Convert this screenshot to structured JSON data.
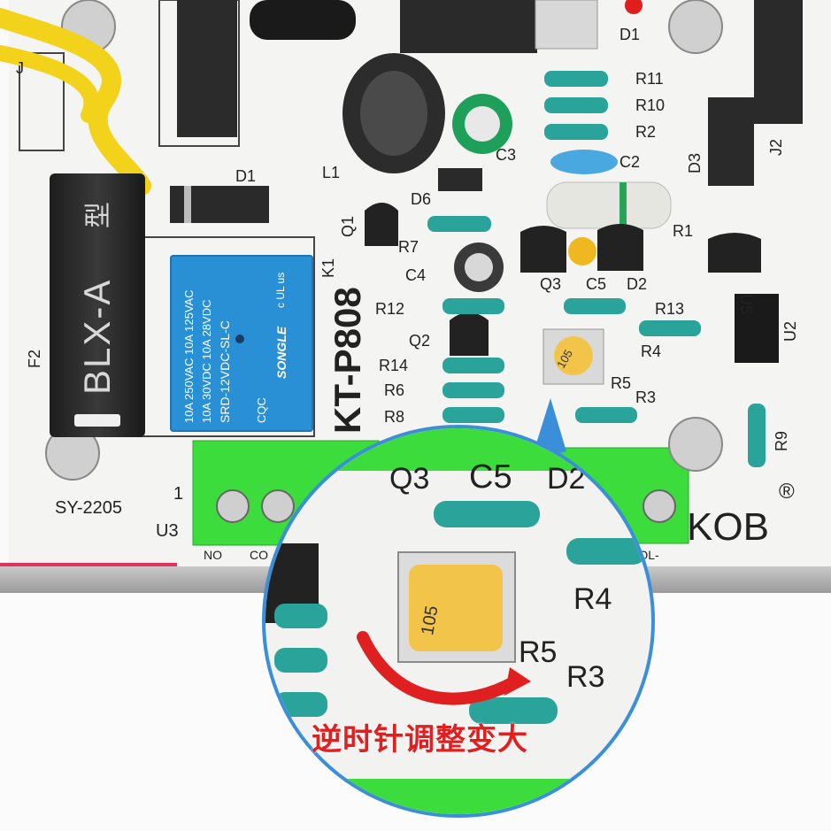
{
  "board": {
    "model": "KT-P808",
    "board_id": "SY-2205",
    "brand": "KOB",
    "registered_mark": "®",
    "fuse_label": "BLX-A",
    "fuse_char": "型",
    "terminal_pin1": "1",
    "terminal_no": "NO",
    "terminal_co": "CO",
    "terminal_pol": "POL-"
  },
  "relay": {
    "brand": "SONGLE",
    "line1": "10A 250VAC 10A 125VAC",
    "line2": "10A 30VDC 10A 28VDC",
    "line3": "SRD-12VDC-SL-C",
    "cert": "c UL us",
    "cqc": "CQC"
  },
  "labels": {
    "j": "J",
    "d1": "D1",
    "d1_top": "D1",
    "l1": "L1",
    "c3": "C3",
    "d6": "D6",
    "q1": "Q1",
    "r7": "R7",
    "c4": "C4",
    "r12": "R12",
    "q2": "Q2",
    "r14": "R14",
    "r6": "R6",
    "r8": "R8",
    "r11": "R11",
    "r10": "R10",
    "r2": "R2",
    "c2": "C2",
    "d3": "D3",
    "j2": "J2",
    "r1": "R1",
    "q3": "Q3",
    "c5": "C5",
    "d2": "D2",
    "r13": "R13",
    "r4": "R4",
    "r5": "R5",
    "r3": "R3",
    "r9": "R9",
    "u5": "U5",
    "u2": "U2",
    "k1": "K1",
    "f2": "F2",
    "u3": "U3",
    "trimmer_code": "105"
  },
  "zoom": {
    "q3": "Q3",
    "c5": "C5",
    "d2": "D2",
    "r4": "R4",
    "r5": "R5",
    "r3": "R3",
    "trimmer_code": "105",
    "caption": "逆时针调整变大"
  },
  "colors": {
    "pcb": "#f4f4f2",
    "relay_blue": "#2a90d6",
    "terminal_green": "#3bdc3b",
    "resistor_teal": "#2aa39a",
    "trimmer_yellow": "#f3c44a",
    "arrow_red": "#e02020",
    "zoom_ring": "#3a8fd8"
  }
}
